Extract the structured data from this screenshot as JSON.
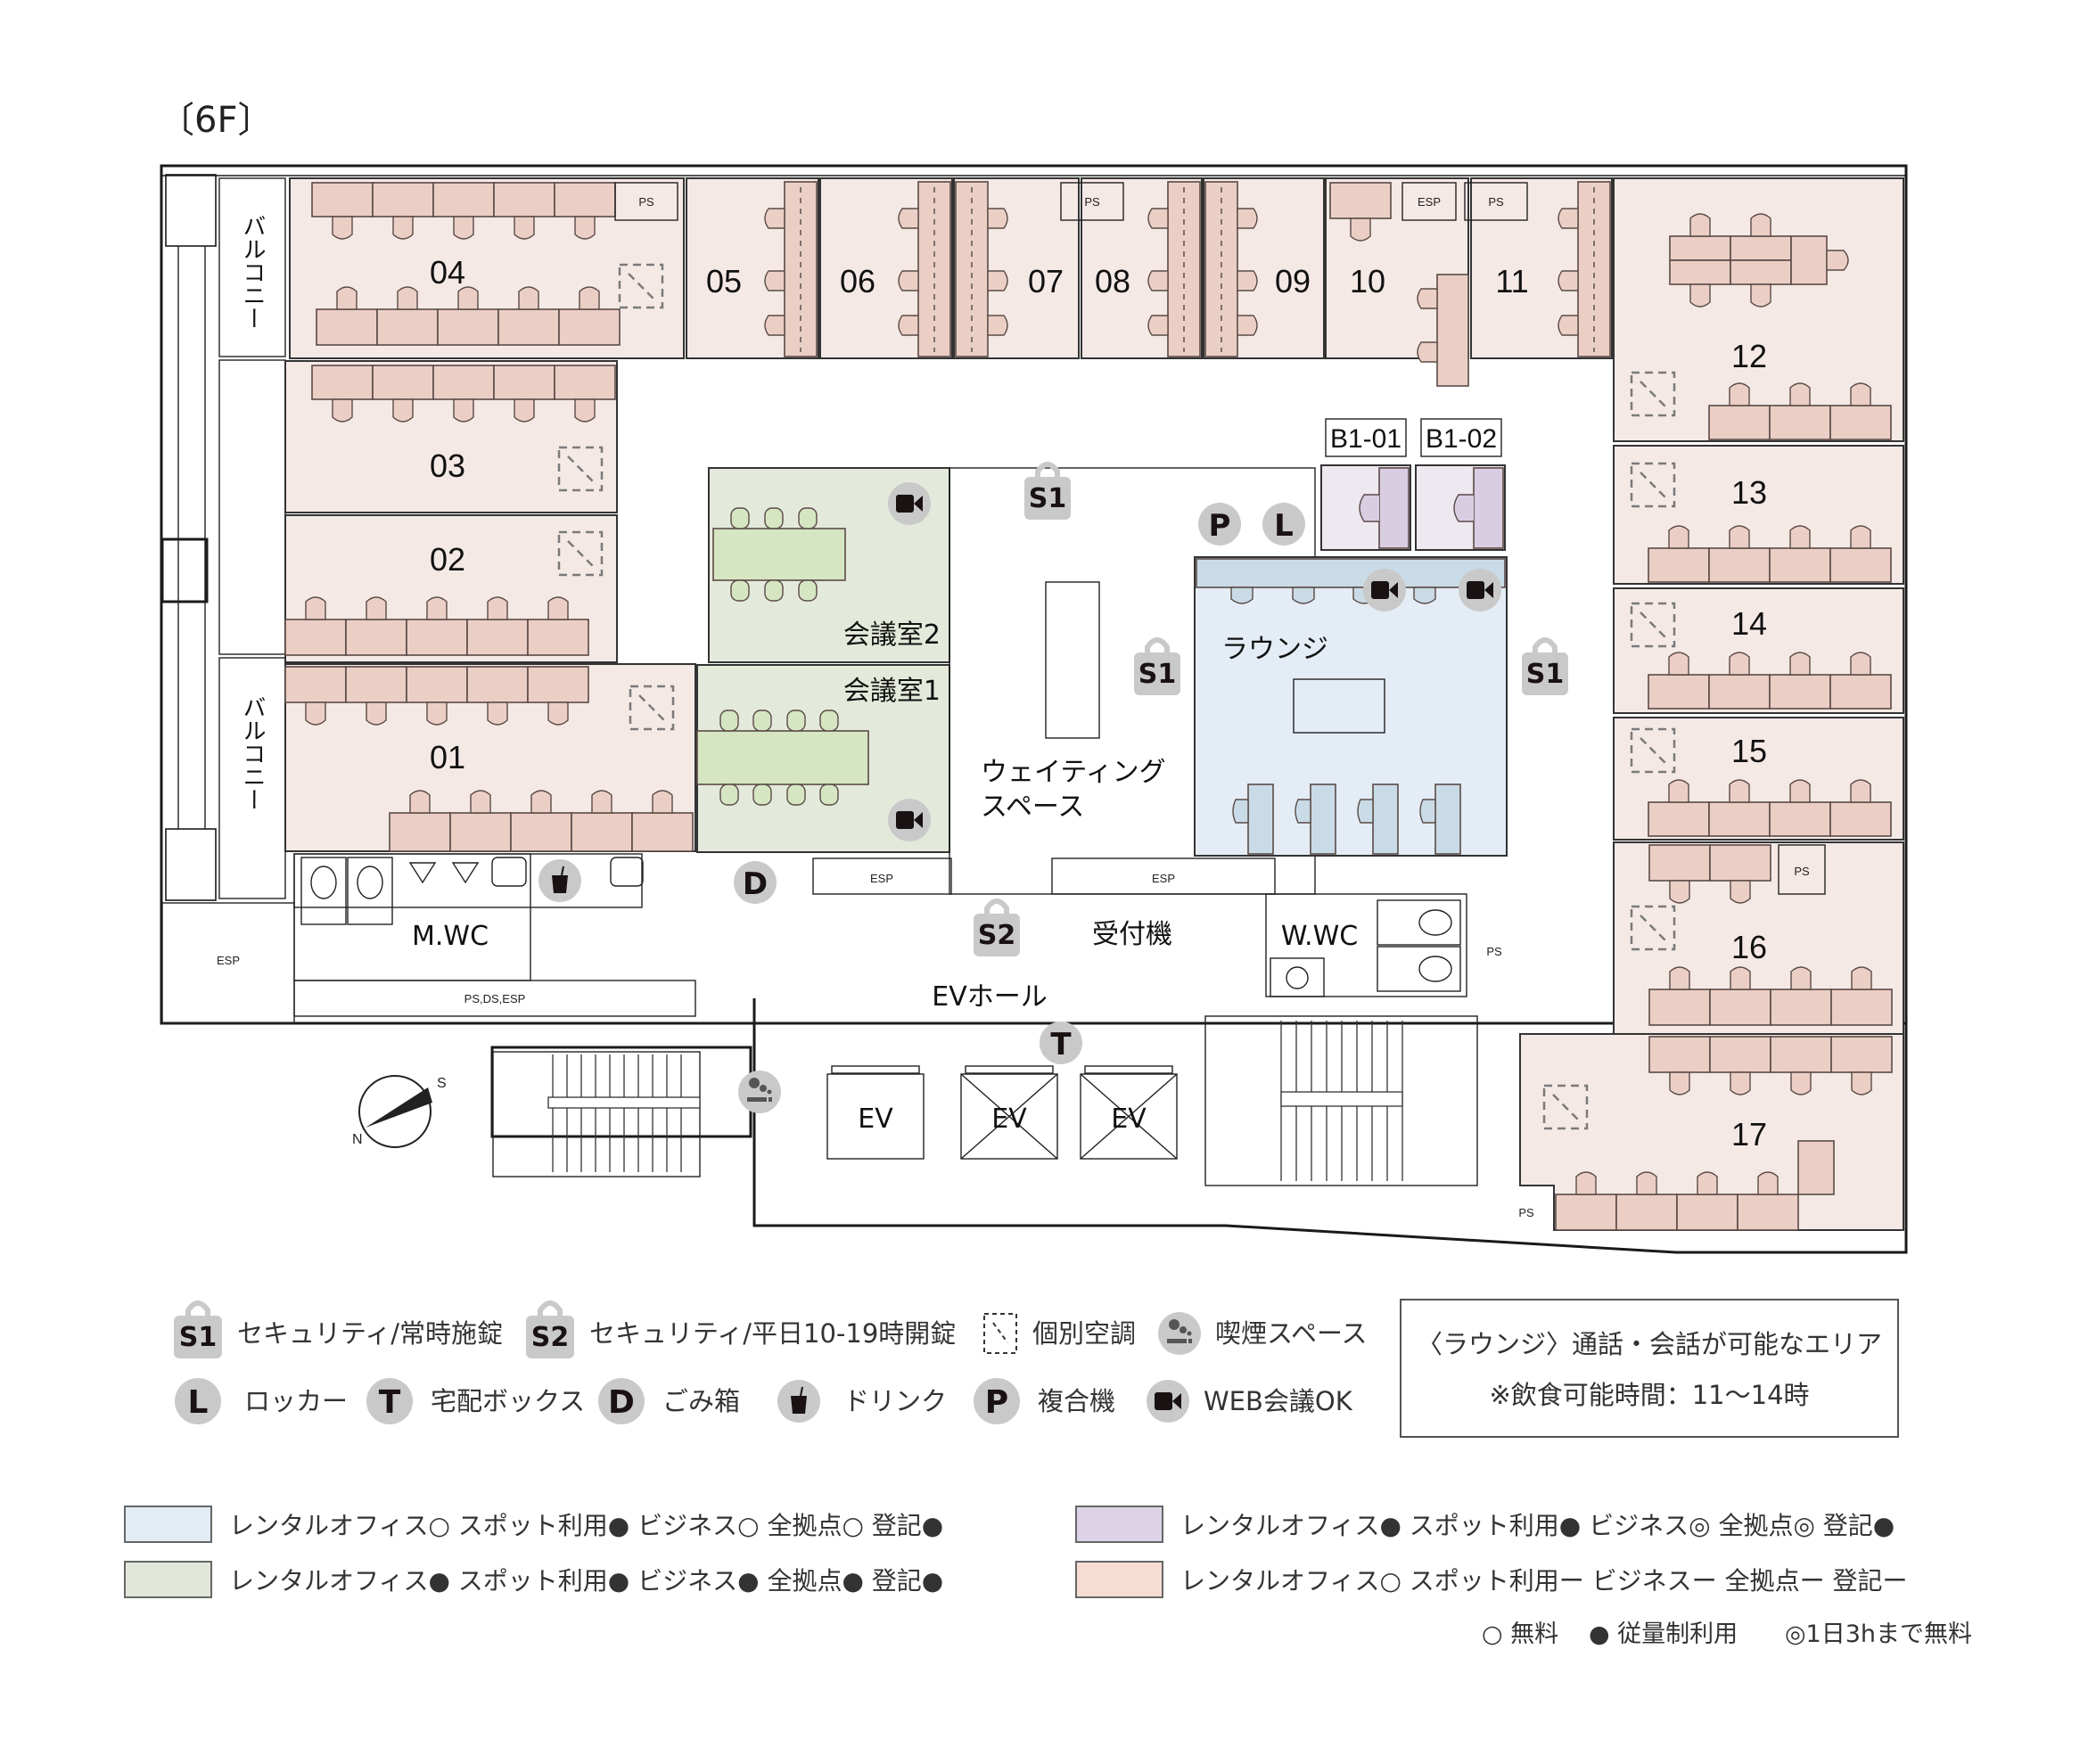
{
  "floor": {
    "title": "〔6F〕"
  },
  "colors": {
    "wall": "#1a1a1a",
    "private_office": "#f5e9e6",
    "private_office_furniture": "#ebcfc5",
    "meeting_room": "#e4eadb",
    "meeting_room_furniture": "#d6e6c3",
    "lounge": "#e4edf6",
    "lounge_furniture": "#c9dbe6",
    "booth": "#eee8f0",
    "booth_furniture": "#d9cde2",
    "icon_badge": "#c9c9c9"
  },
  "rooms": {
    "r01": "01",
    "r02": "02",
    "r03": "03",
    "r04": "04",
    "r05": "05",
    "r06": "06",
    "r07": "07",
    "r08": "08",
    "r09": "09",
    "r10": "10",
    "r11": "11",
    "r12": "12",
    "r13": "13",
    "r14": "14",
    "r15": "15",
    "r16": "16",
    "r17": "17",
    "booth1": "B1-01",
    "booth2": "B1-02",
    "meeting1": "会議室1",
    "meeting2": "会議室2",
    "lounge": "ラウンジ",
    "waiting_line1": "ウェイティング",
    "waiting_line2": "スペース",
    "reception": "受付機",
    "ev_hall": "EVホール",
    "mwc": "M.WC",
    "wwc": "W.WC",
    "balcony": "バルコニー",
    "ev": "EV"
  },
  "utility_labels": {
    "ps": "PS",
    "esp": "ESP",
    "ps_ds_esp": "PS,DS,ESP"
  },
  "compass": {
    "north": "N",
    "south": "S"
  },
  "icons": {
    "s1": "S1",
    "s2": "S2",
    "locker": "L",
    "delivery": "T",
    "trash": "D",
    "printer": "P"
  },
  "legend": {
    "items": [
      {
        "icon": "S1",
        "label": "セキュリティ/常時施錠"
      },
      {
        "icon": "S2",
        "label": "セキュリティ/平日10-19時開錠"
      },
      {
        "icon": "ac-unit",
        "label": "個別空調"
      },
      {
        "icon": "smoking",
        "label": "喫煙スペース"
      },
      {
        "icon": "L",
        "label": "ロッカー"
      },
      {
        "icon": "T",
        "label": "宅配ボックス"
      },
      {
        "icon": "D",
        "label": "ごみ箱"
      },
      {
        "icon": "drink",
        "label": "ドリンク"
      },
      {
        "icon": "P",
        "label": "複合機"
      },
      {
        "icon": "video",
        "label": "WEB会議OK"
      }
    ],
    "note_line1": "〈ラウンジ〉通話・会話が可能なエリア",
    "note_line2": "※飲食可能時間：11〜14時"
  },
  "plans": [
    {
      "color": "#e2ecf5",
      "text": "レンタルオフィス○ スポット利用● ビジネス○ 全拠点○ 登記●"
    },
    {
      "color": "#dcd4e6",
      "text": "レンタルオフィス● スポット利用● ビジネス◎ 全拠点◎ 登記●"
    },
    {
      "color": "#e1e8da",
      "text": "レンタルオフィス● スポット利用● ビジネス● 全拠点● 登記●"
    },
    {
      "color": "#f5ddd3",
      "text": "レンタルオフィス○ スポット利用ー ビジネスー 全拠点ー 登記ー"
    }
  ],
  "plan_key": {
    "free": "○ 無料",
    "metered": "● 従量制利用",
    "three_hours": "◎1日3hまで無料"
  }
}
